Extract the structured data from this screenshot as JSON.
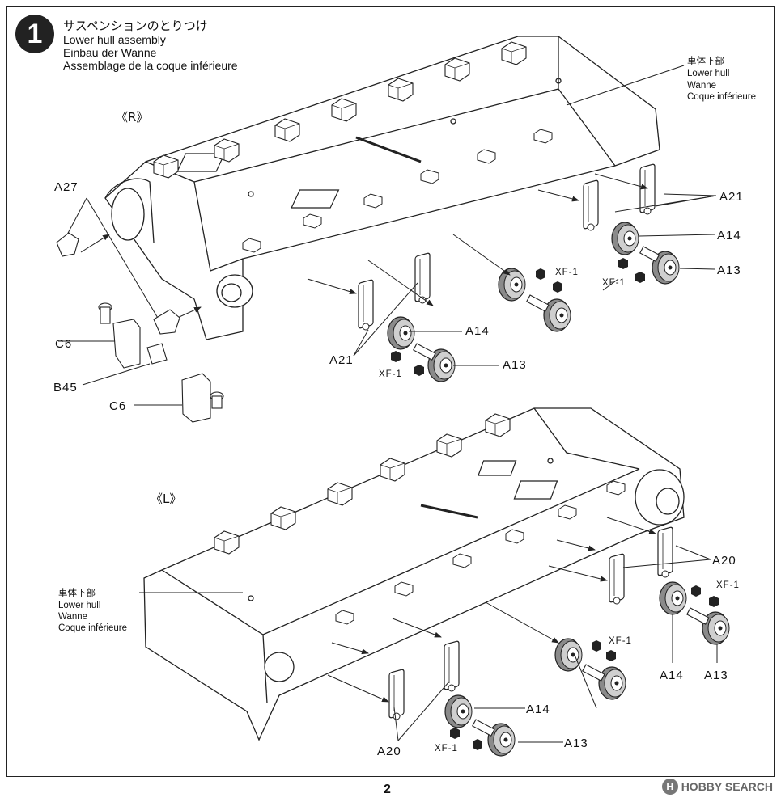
{
  "step": {
    "number": "1",
    "title_jp": "サスペンションのとりつけ",
    "title_en": "Lower hull assembly",
    "title_de": "Einbau der Wanne",
    "title_fr": "Assemblage de la coque inférieure"
  },
  "hull_label": {
    "jp": "車体下部",
    "en": "Lower hull",
    "de": "Wanne",
    "fr": "Coque inférieure"
  },
  "sides": {
    "right": "《R》",
    "left": "《L》"
  },
  "parts": {
    "a27": "A27",
    "a21": "A21",
    "a14": "A14",
    "a13": "A13",
    "c6": "C6",
    "b45": "B45",
    "a20": "A20"
  },
  "paint": {
    "xf1": "XF-1"
  },
  "page_number": "2",
  "watermark": {
    "logo": "H",
    "text": "HOBBY SEARCH"
  }
}
